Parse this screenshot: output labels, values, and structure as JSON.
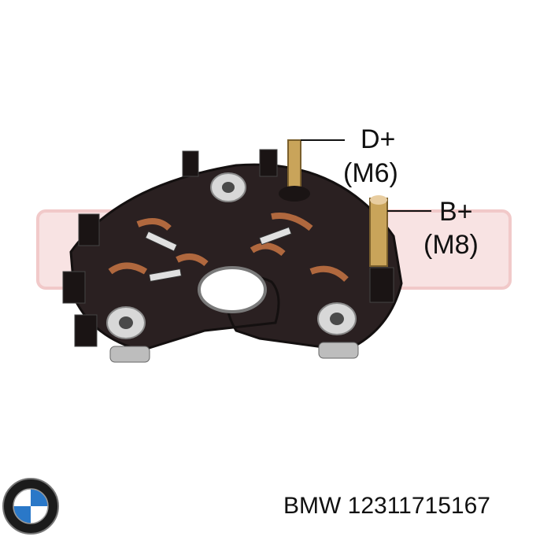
{
  "labels": {
    "d_plus": "D+",
    "d_plus_thread": "(M6)",
    "b_plus": "B+",
    "b_plus_thread": "(M8)"
  },
  "footer": {
    "brand": "BMW",
    "part_number": "12311715167"
  },
  "icons": {
    "logo": "bmw-roundel-logo-icon"
  },
  "colors": {
    "plate": "#2a2021",
    "copper": "#b0683e",
    "watermark": "#f4d5d5",
    "bolt": "#c9a45a",
    "text": "#111111"
  }
}
